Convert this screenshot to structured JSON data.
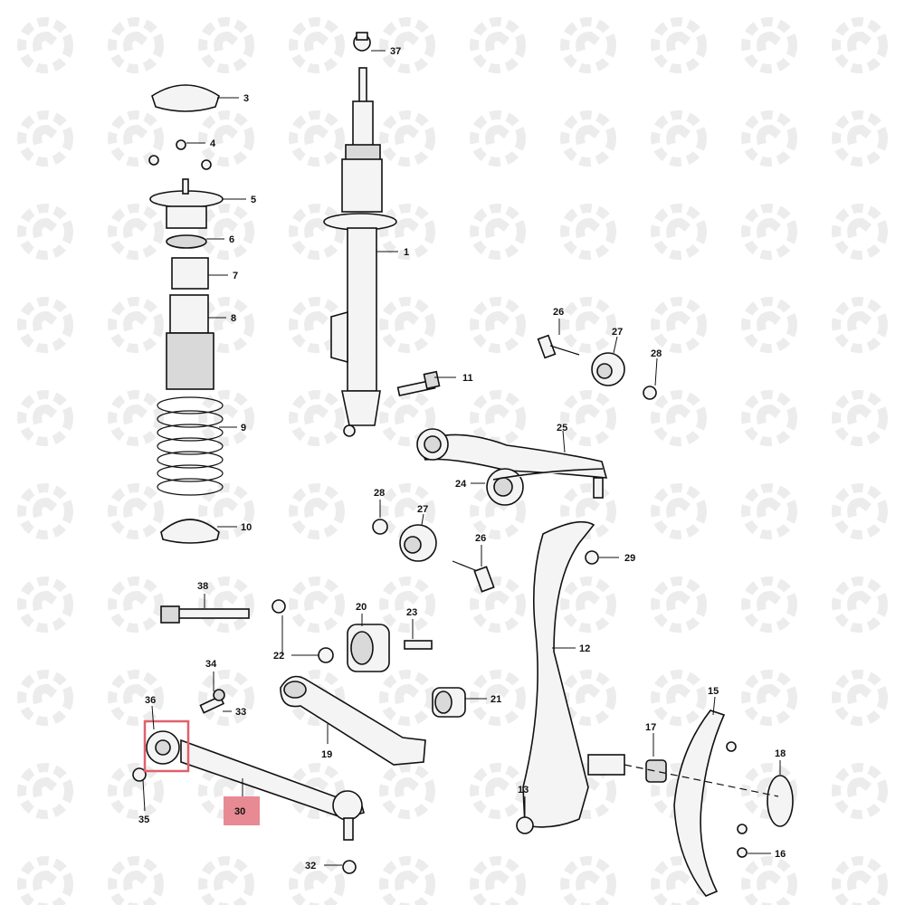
{
  "diagram": {
    "callouts": [
      {
        "id": "37",
        "label": "37"
      },
      {
        "id": "3",
        "label": "3"
      },
      {
        "id": "4",
        "label": "4"
      },
      {
        "id": "5",
        "label": "5"
      },
      {
        "id": "6",
        "label": "6"
      },
      {
        "id": "7",
        "label": "7"
      },
      {
        "id": "8",
        "label": "8"
      },
      {
        "id": "1",
        "label": "1"
      },
      {
        "id": "9",
        "label": "9"
      },
      {
        "id": "10",
        "label": "10"
      },
      {
        "id": "11",
        "label": "11"
      },
      {
        "id": "26a",
        "label": "26"
      },
      {
        "id": "27a",
        "label": "27"
      },
      {
        "id": "28a",
        "label": "28"
      },
      {
        "id": "25",
        "label": "25"
      },
      {
        "id": "24",
        "label": "24"
      },
      {
        "id": "28b",
        "label": "28"
      },
      {
        "id": "27b",
        "label": "27"
      },
      {
        "id": "26b",
        "label": "26"
      },
      {
        "id": "29",
        "label": "29"
      },
      {
        "id": "38",
        "label": "38"
      },
      {
        "id": "20",
        "label": "20"
      },
      {
        "id": "23",
        "label": "23"
      },
      {
        "id": "22",
        "label": "22"
      },
      {
        "id": "12",
        "label": "12"
      },
      {
        "id": "34",
        "label": "34"
      },
      {
        "id": "33",
        "label": "33"
      },
      {
        "id": "21",
        "label": "21"
      },
      {
        "id": "36",
        "label": "36"
      },
      {
        "id": "19",
        "label": "19"
      },
      {
        "id": "15",
        "label": "15"
      },
      {
        "id": "17",
        "label": "17"
      },
      {
        "id": "18",
        "label": "18"
      },
      {
        "id": "35",
        "label": "35"
      },
      {
        "id": "30",
        "label": "30"
      },
      {
        "id": "13",
        "label": "13"
      },
      {
        "id": "16",
        "label": "16"
      },
      {
        "id": "32",
        "label": "32"
      }
    ],
    "highlighted_parts": [
      "30",
      "36"
    ],
    "highlight_color": "#e88a93"
  }
}
